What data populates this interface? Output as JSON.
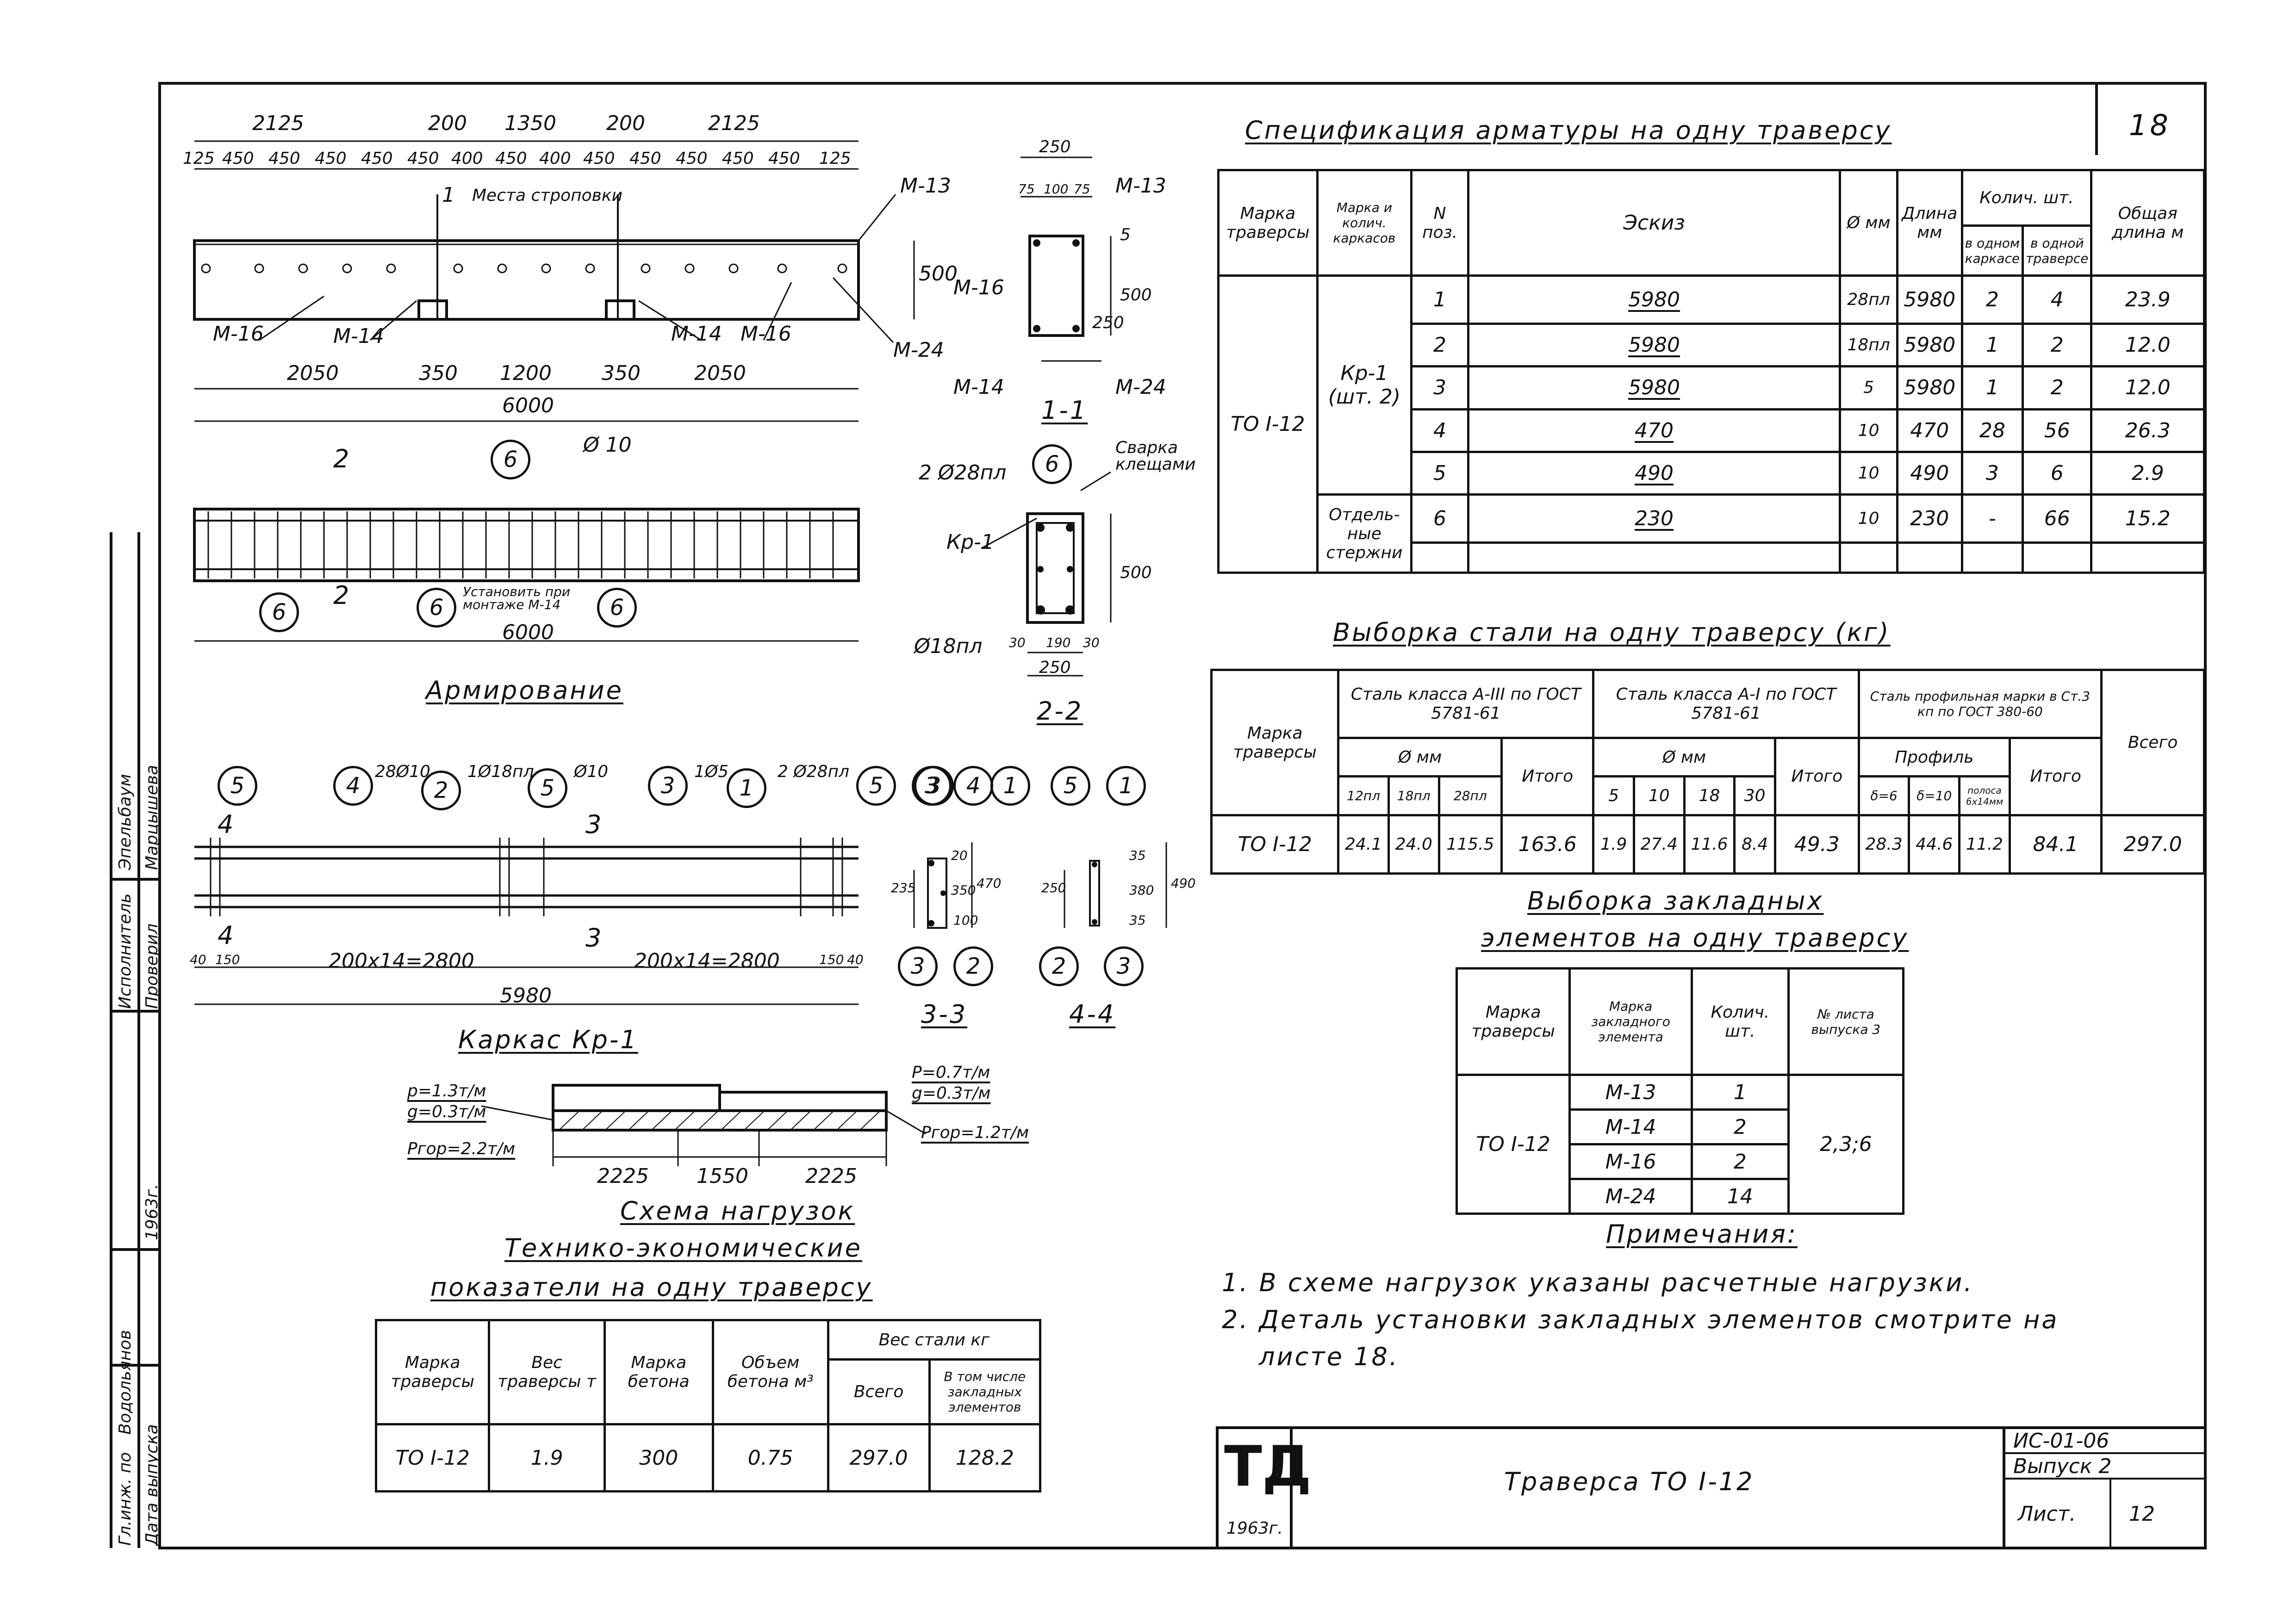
{
  "sheet": {
    "page_number": "18",
    "title": "Траверса  ТО I-12",
    "code": "ИС-01-06",
    "issue": "Выпуск 2",
    "list_label": "Лист.",
    "list_number": "12",
    "year_logo": "ТД",
    "year": "1963г."
  },
  "side_stamp": {
    "row1_role": "Гл.инж. по",
    "row1_name": "Водольянов",
    "row2_role": "Дата выпуска",
    "row2_year": "1963г.",
    "row3_role": "Исполнитель",
    "row3_name": "Эпельбаум",
    "row4_role": "Проверил",
    "row4_name": "Марцышева"
  },
  "elevation": {
    "top_dims": [
      "2125",
      "200",
      "1350",
      "200",
      "2125"
    ],
    "spacing_dims": [
      "125",
      "450",
      "450",
      "450",
      "450",
      "450",
      "400",
      "450",
      "400",
      "450",
      "450",
      "450",
      "450",
      "450",
      "125"
    ],
    "lifting_label": "Места строповки",
    "height": "500",
    "bottom_dims": [
      "2050",
      "350",
      "1200",
      "350",
      "2050"
    ],
    "total": "6000",
    "marks": {
      "m13": "М-13",
      "m14": "М-14",
      "m16": "М-16",
      "m24": "М-24"
    },
    "cut_1": "1"
  },
  "section_1_1": {
    "title": "1-1",
    "width": "250",
    "subdims": [
      "75",
      "100",
      "75"
    ],
    "height": "500",
    "inner": "250",
    "top_gap": "5",
    "marks": [
      "М-13",
      "М-16",
      "М-14",
      "М-24"
    ]
  },
  "section_2_2": {
    "title": "2-2",
    "bar_label": "2 Ø28пл",
    "weld_label": "Сварка клещами",
    "frame_label": "Кр-1",
    "bottom_bar": "Ø18пл",
    "dims": [
      "30",
      "190",
      "30"
    ],
    "width": "250",
    "height": "500",
    "callout": "6"
  },
  "plan": {
    "title": "Армирование",
    "diam": "Ø 10",
    "callouts": [
      "6",
      "6",
      "6",
      "6"
    ],
    "install_note": "Установить при монтаже М-14",
    "length": "6000",
    "cut": "2"
  },
  "frame": {
    "title": "Каркас Кр-1",
    "labels": [
      "28Ø10",
      "1Ø18пл",
      "Ø10",
      "1Ø5",
      "2 Ø28пл"
    ],
    "callouts": [
      "5",
      "4",
      "2",
      "5",
      "3",
      "1",
      "5"
    ],
    "dims": [
      "40",
      "150",
      "200х14=2800",
      "200х14=2800",
      "150",
      "40"
    ],
    "total": "5980",
    "cut3": "3",
    "cut4": "4"
  },
  "section_3_3": {
    "title": "3-3",
    "dims": [
      "235",
      "20",
      "350",
      "100",
      "470"
    ],
    "callouts": [
      "3",
      "4",
      "1",
      "3",
      "2"
    ]
  },
  "section_4_4": {
    "title": "4-4",
    "dims": [
      "250",
      "35",
      "380",
      "35",
      "490"
    ],
    "callouts": [
      "5",
      "1",
      "2",
      "3"
    ]
  },
  "load_scheme": {
    "title": "Схема нагрузок",
    "left_p": "p=1.3т/м",
    "left_g": "g=0.3т/м",
    "left_total": "Ргор=2.2т/м",
    "right_p": "P=0.7т/м",
    "right_g": "g=0.3т/м",
    "right_total": "Ргор=1.2т/м",
    "dims": [
      "2225",
      "1550",
      "2225"
    ]
  },
  "spec_table": {
    "title": "Спецификация арматуры на одну траверсу",
    "headers": {
      "beam": "Марка траверсы",
      "frame": "Марка и колич. каркасов",
      "pos": "N поз.",
      "sketch": "Эскиз",
      "diam": "Ø мм",
      "length": "Длина мм",
      "qty": "Колич. шт.",
      "qty_frame": "в одном каркасе",
      "qty_beam": "в одной траверсе",
      "total": "Общая длина м"
    },
    "beam": "ТО I-12",
    "frame": "Кр-1 (шт. 2)",
    "loose": "Отдель-ные стержни",
    "rows": [
      {
        "pos": "1",
        "sketch": "5980",
        "diam": "28пл",
        "length": "5980",
        "qty_frame": "2",
        "qty_beam": "4",
        "total": "23.9"
      },
      {
        "pos": "2",
        "sketch": "5980",
        "diam": "18пл",
        "length": "5980",
        "qty_frame": "1",
        "qty_beam": "2",
        "total": "12.0"
      },
      {
        "pos": "3",
        "sketch": "5980",
        "diam": "5",
        "length": "5980",
        "qty_frame": "1",
        "qty_beam": "2",
        "total": "12.0"
      },
      {
        "pos": "4",
        "sketch": "470",
        "diam": "10",
        "length": "470",
        "qty_frame": "28",
        "qty_beam": "56",
        "total": "26.3"
      },
      {
        "pos": "5",
        "sketch": "490",
        "diam": "10",
        "length": "490",
        "qty_frame": "3",
        "qty_beam": "6",
        "total": "2.9"
      },
      {
        "pos": "6",
        "sketch": "230",
        "diam": "10",
        "length": "230",
        "qty_frame": "-",
        "qty_beam": "66",
        "total": "15.2"
      }
    ]
  },
  "steel_table": {
    "title": "Выборка стали на одну траверсу (кг)",
    "beam_h": "Марка траверсы",
    "a3_h": "Сталь класса А-III по ГОСТ 5781-61",
    "a1_h": "Сталь класса А-I по ГОСТ 5781-61",
    "prof_h": "Сталь профильная марки в Ст.3 кп по ГОСТ 380-60",
    "diam_h": "Ø мм",
    "profile_h": "Профиль",
    "itogo": "Итого",
    "vsego": "Всего",
    "a3_cols": [
      "12пл",
      "18пл",
      "28пл"
    ],
    "a1_cols": [
      "5",
      "10",
      "18",
      "30"
    ],
    "prof_cols": [
      "δ=6",
      "δ=10",
      "полоса 6х14мм"
    ],
    "row": {
      "beam": "ТО I-12",
      "a3": [
        "24.1",
        "24.0",
        "115.5"
      ],
      "a3_total": "163.6",
      "a1": [
        "1.9",
        "27.4",
        "11.6",
        "8.4"
      ],
      "a1_total": "49.3",
      "prof": [
        "28.3",
        "44.6",
        "11.2"
      ],
      "prof_total": "84.1",
      "total": "297.0"
    }
  },
  "embed_table": {
    "title1": "Выборка закладных",
    "title2": "элементов на одну траверсу",
    "headers": [
      "Марка траверсы",
      "Марка закладного элемента",
      "Колич. шт.",
      "№ листа выпуска 3"
    ],
    "beam": "ТО I-12",
    "rows": [
      {
        "mark": "М-13",
        "qty": "1"
      },
      {
        "mark": "М-14",
        "qty": "2"
      },
      {
        "mark": "М-16",
        "qty": "2"
      },
      {
        "mark": "М-24",
        "qty": "14"
      }
    ],
    "sheets": "2,3;6"
  },
  "notes": {
    "title": "Примечания:",
    "items": [
      "1. В схеме   нагрузок указаны расчетные нагрузки.",
      "2. Деталь установки закладных элементов смотрите на",
      "листе 18."
    ]
  },
  "tech_table": {
    "title1": "Технико-экономические",
    "title2": "показатели на одну траверсу",
    "headers": [
      "Марка траверсы",
      "Вес траверсы т",
      "Марка бетона",
      "Объем бетона м³",
      "Вес стали кг"
    ],
    "sub_headers": [
      "Всего",
      "В том числе закладных элементов"
    ],
    "row": {
      "beam": "ТО I-12",
      "weight": "1.9",
      "concrete": "300",
      "volume": "0.75",
      "steel_total": "297.0",
      "steel_embed": "128.2"
    }
  }
}
